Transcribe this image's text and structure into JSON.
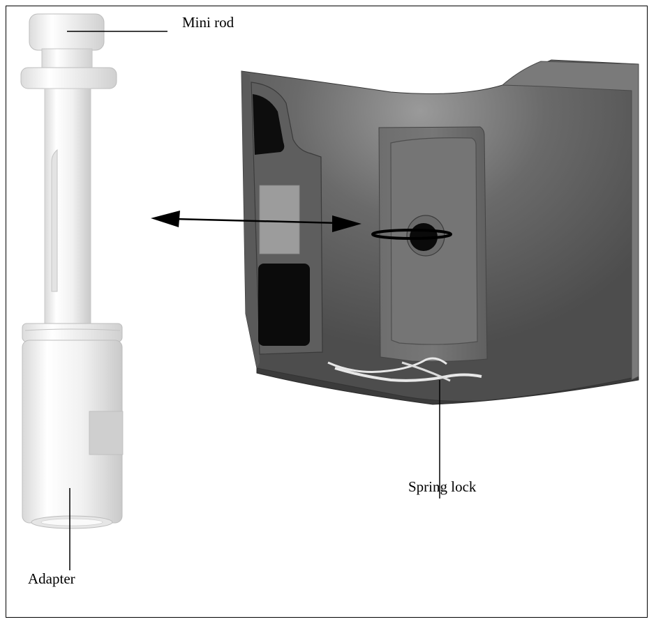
{
  "labels": {
    "mini_rod": "Mini rod",
    "spring_lock": "Spring lock",
    "adapter": "Adapter"
  },
  "colors": {
    "housing_dark": "#4a4a4a",
    "housing_mid": "#6b6b6b",
    "housing_light": "#8a8a8a",
    "rod_light": "#f4f4f4",
    "rod_shadow": "#cfcfcf",
    "outline": "#000000"
  },
  "icons": {
    "direction_arrow": "double-headed-arrow"
  }
}
